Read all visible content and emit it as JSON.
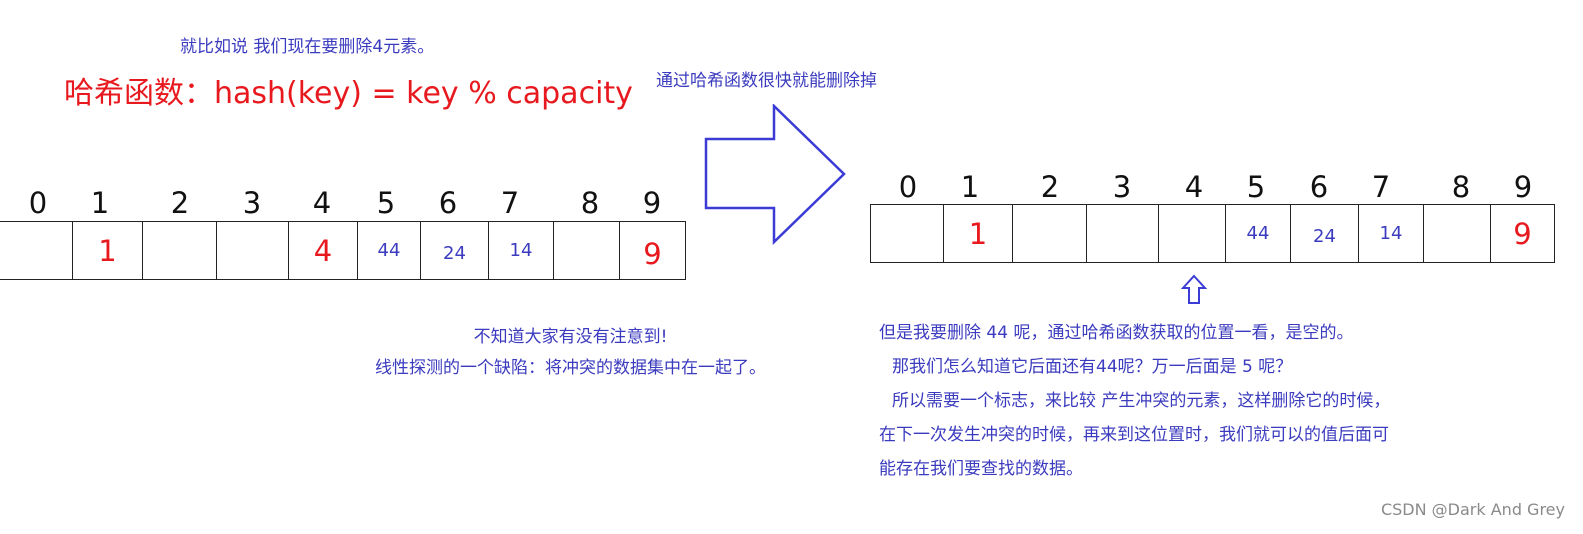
{
  "header": {
    "note": "就比如说 我们现在要删除4元素。",
    "hash_formula": "哈希函数：hash(key) = key % capacity"
  },
  "arrow": {
    "label": "通过哈希函数很快就能删除掉",
    "color": "#3b3bd6"
  },
  "left_table": {
    "indices": [
      "0",
      "1",
      "2",
      "3",
      "4",
      "5",
      "6",
      "7",
      "8",
      "9"
    ],
    "cells": [
      "",
      "1",
      "",
      "",
      "4",
      "44",
      "24",
      "14",
      "",
      "9"
    ]
  },
  "right_table": {
    "indices": [
      "0",
      "1",
      "2",
      "3",
      "4",
      "5",
      "6",
      "7",
      "8",
      "9"
    ],
    "cells": [
      "",
      "1",
      "",
      "",
      "",
      "44",
      "24",
      "14",
      "",
      "9"
    ]
  },
  "middle_note": {
    "line1": "不知道大家有没有注意到!",
    "line2": "线性探测的一个缺陷：将冲突的数据集中在一起了。"
  },
  "right_note": {
    "line1": "但是我要删除 44 呢，通过哈希函数获取的位置一看，是空的。",
    "line2": "那我们怎么知道它后面还有44呢？万一后面是 5 呢？",
    "line3": "所以需要一个标志，来比较 产生冲突的元素，这样删除它的时候，",
    "line4": "在下一次发生冲突的时候，再来到这位置时，我们就可以的值后面可",
    "line5": "能存在我们要查找的数据。"
  },
  "watermark": "CSDN @Dark And Grey",
  "colors": {
    "text_blue": "#3b3bbf",
    "text_red": "#e8191e"
  }
}
